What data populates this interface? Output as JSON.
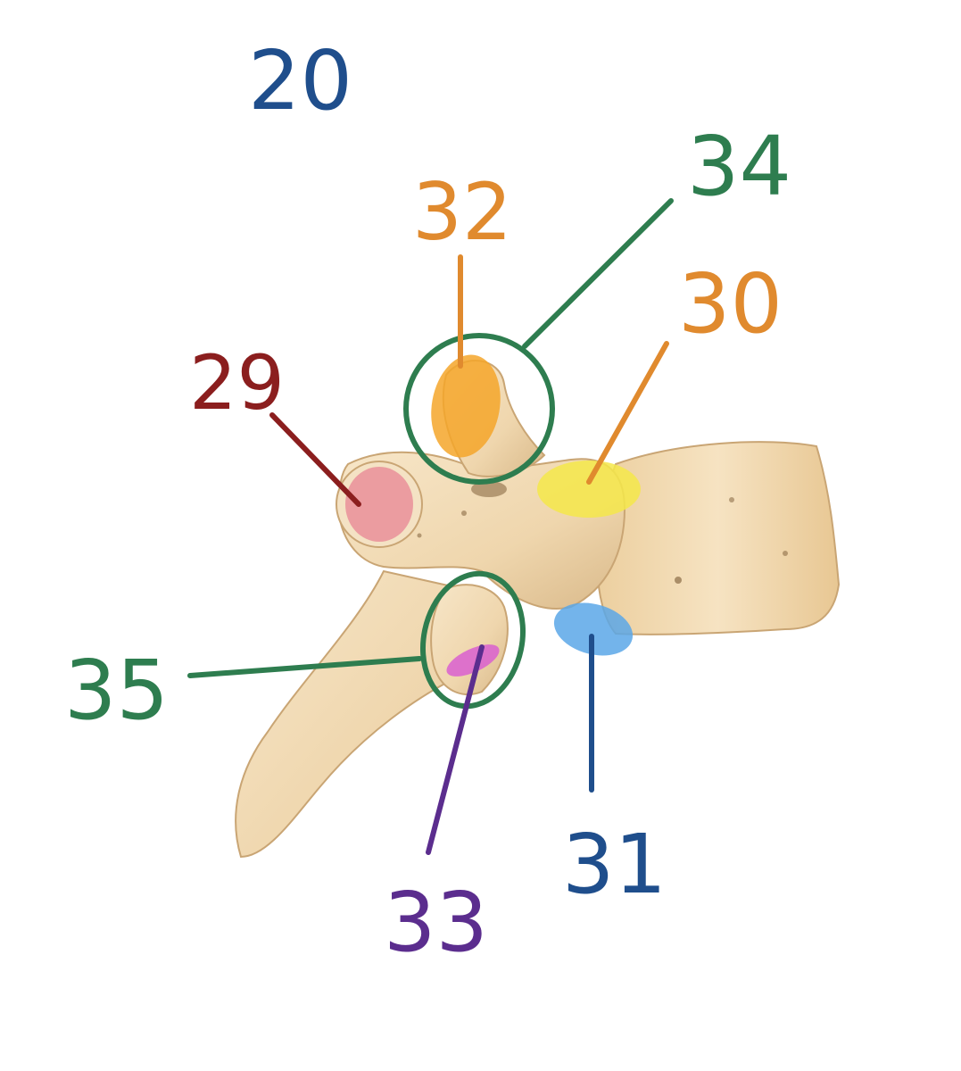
{
  "labels": {
    "l20": {
      "text": "20",
      "color": "#1f4e8c"
    },
    "l32": {
      "text": "32",
      "color": "#e08a2e"
    },
    "l34": {
      "text": "34",
      "color": "#2e7d4f"
    },
    "l30": {
      "text": "30",
      "color": "#e08a2e"
    },
    "l29": {
      "text": "29",
      "color": "#8b1e1e"
    },
    "l35": {
      "text": "35",
      "color": "#2e7d4f"
    },
    "l33": {
      "text": "33",
      "color": "#5b2d8e"
    },
    "l31": {
      "text": "31",
      "color": "#1f4e8c"
    }
  },
  "colors": {
    "bone": "#f2dcb8",
    "bone_shadow": "#cfae80",
    "highlight_29": "#e98b97",
    "highlight_30": "#f5e84a",
    "highlight_31": "#5aa7e8",
    "highlight_32": "#f4a62a",
    "highlight_33": "#d95fd0"
  }
}
